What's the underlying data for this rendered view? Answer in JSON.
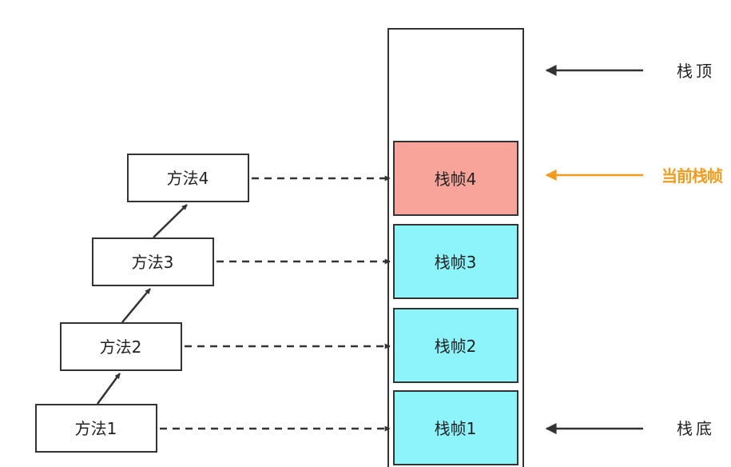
{
  "methods": [
    {
      "label": "方法1"
    },
    {
      "label": "方法2"
    },
    {
      "label": "方法3"
    },
    {
      "label": "方法4"
    }
  ],
  "frames": [
    {
      "label": "栈帧1",
      "color": "#8ef4fb"
    },
    {
      "label": "栈帧2",
      "color": "#8ef4fb"
    },
    {
      "label": "栈帧3",
      "color": "#8ef4fb"
    },
    {
      "label": "栈帧4",
      "color": "#f8a49a"
    }
  ],
  "labels": {
    "stack_top": "栈顶",
    "current_frame": "当前栈帧",
    "stack_bottom": "栈底"
  },
  "colors": {
    "current_frame": "#f39b1d",
    "arrow": "#333333"
  }
}
